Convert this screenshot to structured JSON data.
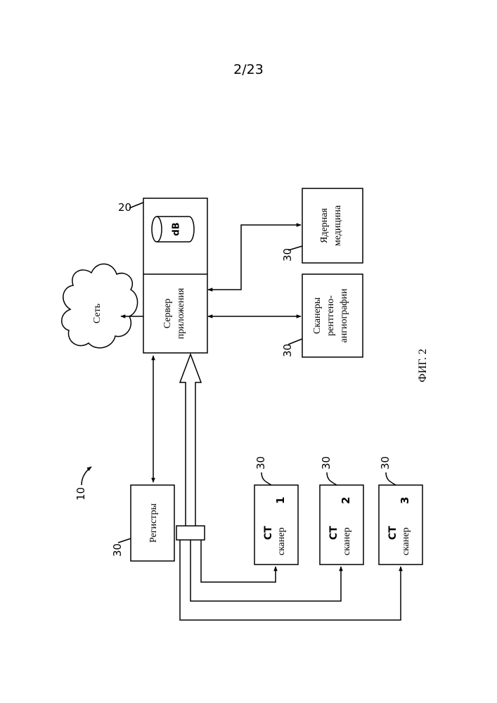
{
  "page_number": "2/23",
  "figure_label": "ФИГ. 2",
  "system_ref": "10",
  "colors": {
    "ink": "#000000",
    "paper": "#ffffff"
  },
  "cloud": {
    "label": "Сеть"
  },
  "server": {
    "ref": "20",
    "label_line1": "Сервер",
    "label_line2": "приложения",
    "db_label": "dB"
  },
  "registers": {
    "ref": "30",
    "label": "Регистры"
  },
  "xray": {
    "ref": "30",
    "line1": "Сканеры",
    "line2": "рентгено-",
    "line3": "ангиографии"
  },
  "nuclear": {
    "ref": "30",
    "line1": "Ядерная",
    "line2": "медицина"
  },
  "ct_scanners": [
    {
      "ref": "30",
      "title": "CT",
      "subtitle": "сканер",
      "number": "1"
    },
    {
      "ref": "30",
      "title": "CT",
      "subtitle": "сканер",
      "number": "2"
    },
    {
      "ref": "30",
      "title": "CT",
      "subtitle": "сканер",
      "number": "3"
    }
  ]
}
